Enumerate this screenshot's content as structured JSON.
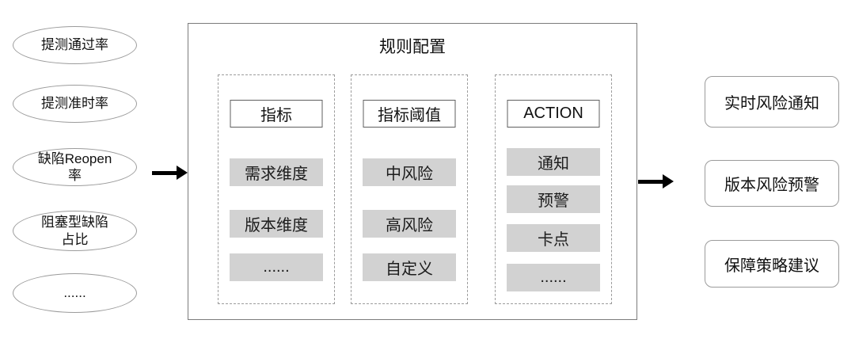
{
  "inputs": [
    {
      "label": "提测通过率"
    },
    {
      "label": "提测准时率"
    },
    {
      "label": "缺陷Reopen\n率"
    },
    {
      "label": "阻塞型缺陷\n占比"
    },
    {
      "label": "......"
    }
  ],
  "rule_box": {
    "title": "规则配置",
    "columns": [
      {
        "header": "指标",
        "items": [
          "需求维度",
          "版本维度",
          "......"
        ]
      },
      {
        "header": "指标阈值",
        "items": [
          "中风险",
          "高风险",
          "自定义"
        ]
      },
      {
        "header": "ACTION",
        "items": [
          "通知",
          "预警",
          "卡点",
          "......"
        ]
      }
    ]
  },
  "outputs": [
    {
      "label": "实时风险通知"
    },
    {
      "label": "版本风险预警"
    },
    {
      "label": "保障策略建议"
    }
  ],
  "colors": {
    "item_fill": "#d2d2d2",
    "dashed_border": "#9b9b9b",
    "rule_box_border": "#7b7b7b",
    "arrow": "#000000"
  }
}
